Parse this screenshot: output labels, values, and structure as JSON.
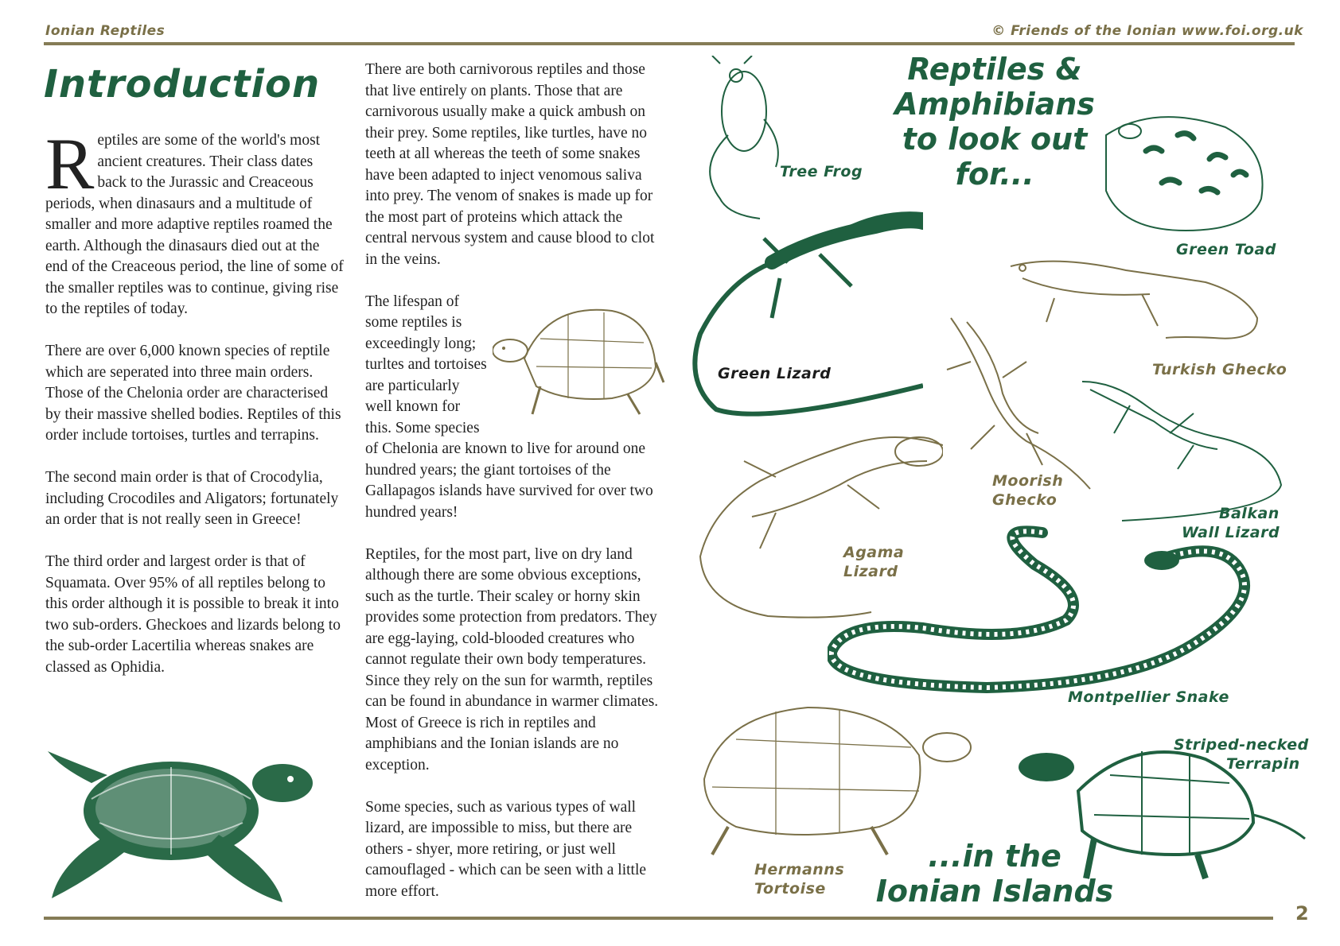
{
  "header": {
    "left": "Ionian Reptiles",
    "right": "© Friends of the Ionian www.foi.org.uk"
  },
  "footer": {
    "page_number": "2"
  },
  "intro": {
    "title": "Introduction",
    "dropcap": "R",
    "paragraphs": [
      "eptiles are some of the world's most ancient creatures.  Their class dates back to the Jurassic and Creaceous periods, when dinasaurs and a multitude of smaller and more adaptive reptiles roamed the earth.  Although the dinasaurs died out at the end of the Creaceous period, the line of some of the smaller reptiles was to continue, giving rise to the reptiles of today.",
      "There are over 6,000 known species of reptile which are seperated into three main orders.  Those of the Chelonia order are characterised by their massive shelled bodies.  Reptiles of this order include tortoises, turtles and terrapins.",
      "The second main order is that of Crocodylia, including Crocodiles and Aligators; fortunately an order that is not really seen in Greece!",
      "The third order and largest order is that of Squamata.  Over 95% of all reptiles belong to this order although it is possible to break it into two sub-orders.  Gheckoes and lizards belong to the sub-order Lacertilia whereas snakes are classed as Ophidia."
    ]
  },
  "column2": {
    "paragraphs": [
      "There are both carnivorous reptiles and those that live entirely on plants.  Those that are carnivorous usually make a quick ambush on their prey.  Some reptiles, like turtles, have no teeth at all whereas the teeth of some snakes have been adapted to inject venomous saliva into prey.  The venom of snakes is made up for the most part of proteins which attack the central nervous system and cause blood to clot in the veins.",
      "The lifespan of some reptiles is exceedingly long;  turltes and tortoises are particularly well known for this.  Some species of Chelonia are known to live for around one hundred years; the giant tortoises of the Gallapagos islands have survived for over two hundred years!",
      "Reptiles, for the most part, live on dry land although there are some obvious exceptions, such as the turtle.  Their scaley or horny skin provides some protection from predators.  They are egg-laying, cold-blooded creatures who cannot regulate their own body temperatures.  Since they rely on the sun for warmth, reptiles can be found in abundance in warmer climates.  Most of Greece is rich in reptiles and amphibians and the Ionian islands are no exception.",
      "Some species, such as various types of wall lizard, are impossible to miss, but there are others - shyer, more retiring, or just well camouflaged - which can be seen with a little more effort."
    ]
  },
  "panel": {
    "title": "Reptiles & Amphibians to look out for...",
    "footer": "...in the Ionian Islands",
    "labels": {
      "tree_frog": "Tree Frog",
      "green_toad": "Green Toad",
      "green_lizard": "Green Lizard",
      "turkish_ghecko": "Turkish Ghecko",
      "moorish_ghecko_1": "Moorish",
      "moorish_ghecko_2": "Ghecko",
      "balkan_1": "Balkan",
      "balkan_2": "Wall Lizard",
      "agama_1": "Agama",
      "agama_2": "Lizard",
      "montpellier_snake": "Montpellier Snake",
      "terrapin_1": "Striped-necked",
      "terrapin_2": "Terrapin",
      "hermanns_1": "Hermanns",
      "hermanns_2": "Tortoise"
    }
  },
  "colors": {
    "green": "#1f6040",
    "olive": "#7a7048",
    "rule": "#857c56"
  }
}
